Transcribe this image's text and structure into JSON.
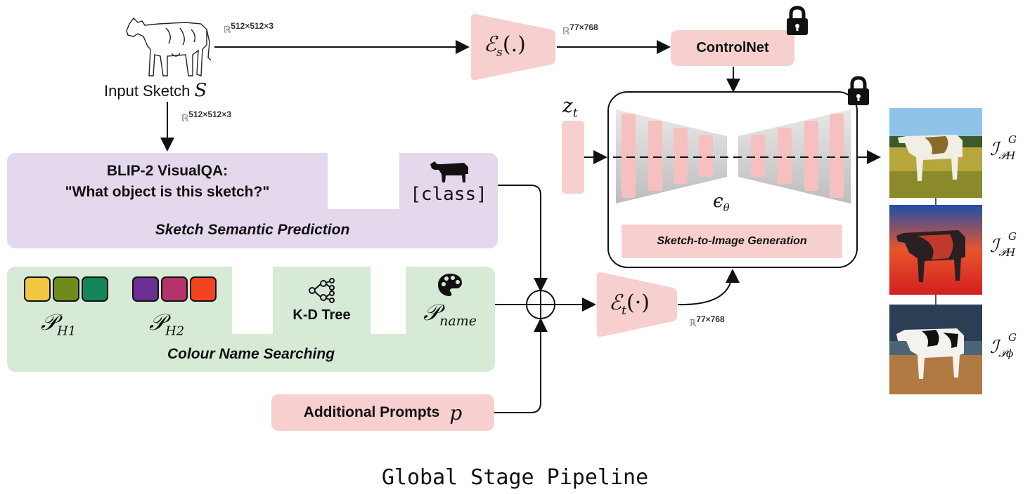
{
  "diagram": {
    "title": "Global Stage Pipeline",
    "input_sketch": {
      "label": "Input Sketch",
      "symbol": "S"
    },
    "dims": {
      "sketch_to_encoder": "512×512×3",
      "sketch_to_blip": "512×512×3",
      "encoder_s_out": "77×768",
      "encoder_t_out": "77×768",
      "R": "ℝ"
    },
    "encoder_s": {
      "main": "ℰ",
      "sub": "s",
      "arg": "(.)"
    },
    "encoder_t": {
      "main": "ℰ",
      "sub": "t",
      "arg": "(·)"
    },
    "controlnet": {
      "label": "ControlNet",
      "icon": "lock-icon"
    },
    "latent": {
      "main": "z",
      "sub": "t"
    },
    "unet": {
      "epsilon": "ϵ",
      "sub": "θ",
      "caption": "Sketch-to-Image Generation",
      "icon": "lock-icon"
    },
    "blip": {
      "line1": "BLIP-2 VisualQA:",
      "line2": "\"What object is this sketch?\"",
      "caption": "Sketch Semantic Prediction"
    },
    "class_token": {
      "text": "[class]",
      "icon": "cow-icon"
    },
    "colour": {
      "caption": "Colour Name Searching",
      "p1": {
        "main": "𝒫",
        "sub": "H1"
      },
      "p2": {
        "main": "𝒫",
        "sub": "H2"
      },
      "kdtree": "K-D Tree",
      "pname": {
        "main": "𝒫",
        "sub": "name"
      },
      "swatches_h1": [
        "#f2c744",
        "#6f8b1c",
        "#14855a"
      ],
      "swatches_h2": [
        "#6b2f91",
        "#b5336a",
        "#f2441f"
      ]
    },
    "additional": {
      "label": "Additional Prompts",
      "symbol": "p"
    },
    "outputs": [
      {
        "main": "ℐ",
        "sup": "G",
        "sub": "𝒫H"
      },
      {
        "main": "ℐ",
        "sup": "G",
        "sub": "𝒫H"
      },
      {
        "main": "ℐ",
        "sup": "G",
        "sub": "𝒫ϕ"
      }
    ]
  }
}
